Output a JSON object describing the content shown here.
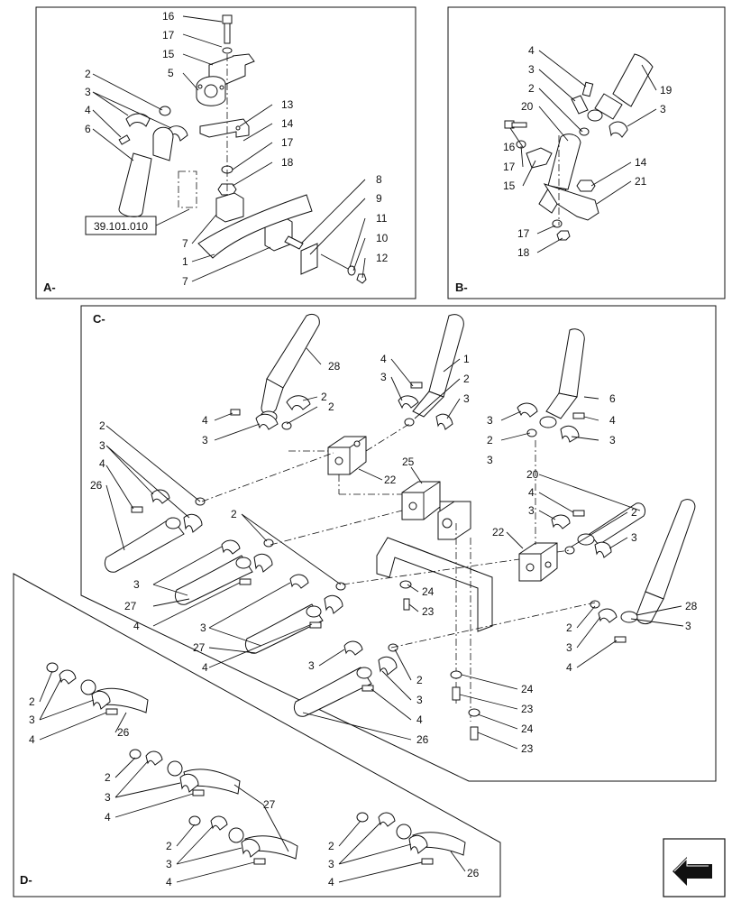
{
  "panels": {
    "a": {
      "label": "A-",
      "reference": "39.101.010",
      "callouts": [
        "16",
        "17",
        "15",
        "5",
        "2",
        "3",
        "4",
        "6",
        "13",
        "14",
        "17",
        "18",
        "8",
        "9",
        "11",
        "10",
        "12",
        "7",
        "1",
        "7"
      ]
    },
    "b": {
      "label": "B-",
      "callouts": [
        "4",
        "3",
        "2",
        "19",
        "20",
        "3",
        "16",
        "17",
        "15",
        "14",
        "21",
        "17",
        "18"
      ]
    },
    "c": {
      "label": "C-",
      "callouts": [
        "28",
        "4",
        "3",
        "1",
        "2",
        "3",
        "6",
        "3",
        "4",
        "2",
        "3",
        "4",
        "3",
        "2",
        "2",
        "3",
        "4",
        "3",
        "2",
        "4",
        "22",
        "25",
        "26",
        "20",
        "4",
        "3",
        "2",
        "3",
        "22",
        "2",
        "3",
        "27",
        "4",
        "24",
        "23",
        "3",
        "27",
        "4",
        "28",
        "2",
        "3",
        "3",
        "4",
        "3",
        "2",
        "3",
        "24",
        "23",
        "4",
        "24",
        "23",
        "26"
      ]
    },
    "d": {
      "label": "D-",
      "callouts": [
        "2",
        "3",
        "4",
        "26",
        "2",
        "3",
        "4",
        "27",
        "2",
        "3",
        "4",
        "2",
        "3",
        "4",
        "26"
      ]
    }
  },
  "nav_icon": "arrow-left-icon"
}
